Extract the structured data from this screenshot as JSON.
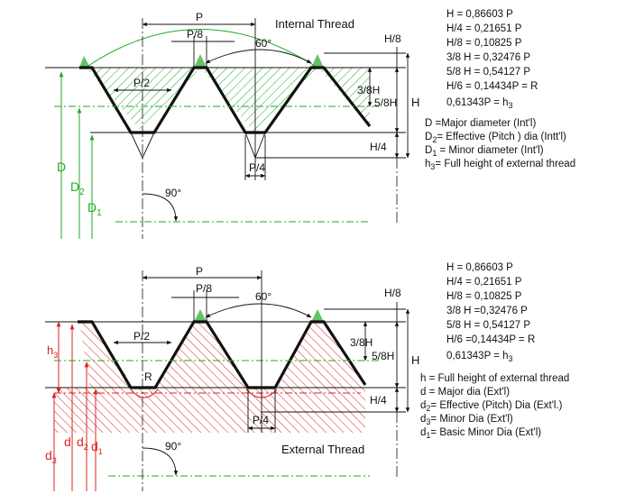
{
  "top": {
    "title": "Internal Thread",
    "labels": {
      "p": "P",
      "p8": "P/8",
      "deg60": "60°",
      "p2": "P/2",
      "p4": "P/4",
      "h8": "H/8",
      "h38": "3/8H",
      "h58": "5/8H",
      "h": "H",
      "h4": "H/4",
      "deg90": "90°",
      "d_major": "D",
      "d_pitch": "D",
      "d_pitch_sub": "2",
      "d_minor": "D",
      "d_minor_sub": "1"
    },
    "formulas": [
      "H = 0,86603 P",
      "H/4 = 0,21651 P",
      "H/8 = 0,10825 P",
      "3/8 H = 0,32476 P",
      "5/8 H = 0,54127 P",
      "H/6 = 0,14434P = R"
    ],
    "formula_last": {
      "main": "0,61343P = h",
      "sub": "3"
    },
    "legend": [
      {
        "sym": "D",
        "sub": "",
        "text": " =Major diameter (Int'l)"
      },
      {
        "sym": "D",
        "sub": "2",
        "text": "= Effective (Pitch ) dia (Intt'l)"
      },
      {
        "sym": "D",
        "sub": "1",
        "text": " = Minor diameter  (Int'l)"
      },
      {
        "sym": "h",
        "sub": "3",
        "text": "= Full height of external thread"
      }
    ]
  },
  "bottom": {
    "title": "External Thread",
    "labels": {
      "p": "P",
      "p8": "P/8",
      "deg60": "60°",
      "p2": "P/2",
      "p4": "P/4",
      "r": "R",
      "h8": "H/8",
      "h38": "3/8H",
      "h58": "5/8H",
      "h": "H",
      "h4": "H/4",
      "deg90": "90°",
      "h3": "h",
      "h3_sub": "3",
      "d_major": "d",
      "d_pitch": "d",
      "d_pitch_sub": "2",
      "d_minor": "d",
      "d_minor_sub": "1",
      "d3": "d",
      "d3_sub": "3"
    },
    "formulas": [
      "H = 0,86603 P",
      "H/4 = 0,21651 P",
      "H/8 = 0,10825 P",
      "3/8 H =0,32476 P",
      "5/8 H = 0,54127 P",
      "H/6 =0,14434P = R"
    ],
    "formula_last": {
      "main": "0,61343P = h",
      "sub": "3"
    },
    "legend": [
      {
        "sym": "h",
        "sub": "",
        "text": " = Full height of external thread"
      },
      {
        "sym": "d",
        "sub": "",
        "text": "  =  Major dia (Ext'l)"
      },
      {
        "sym": "d",
        "sub": "2",
        "text": "= Effective (Pitch) Dia (Ext'l.)"
      },
      {
        "sym": "d",
        "sub": "3",
        "text": "= Minor Dia (Ext'l)"
      },
      {
        "sym": "d",
        "sub": "1",
        "text": "= Basic Minor Dia (Ext'l)"
      }
    ]
  },
  "colors": {
    "internal": "#22aa22",
    "external": "#dd2222",
    "line": "#111111"
  }
}
